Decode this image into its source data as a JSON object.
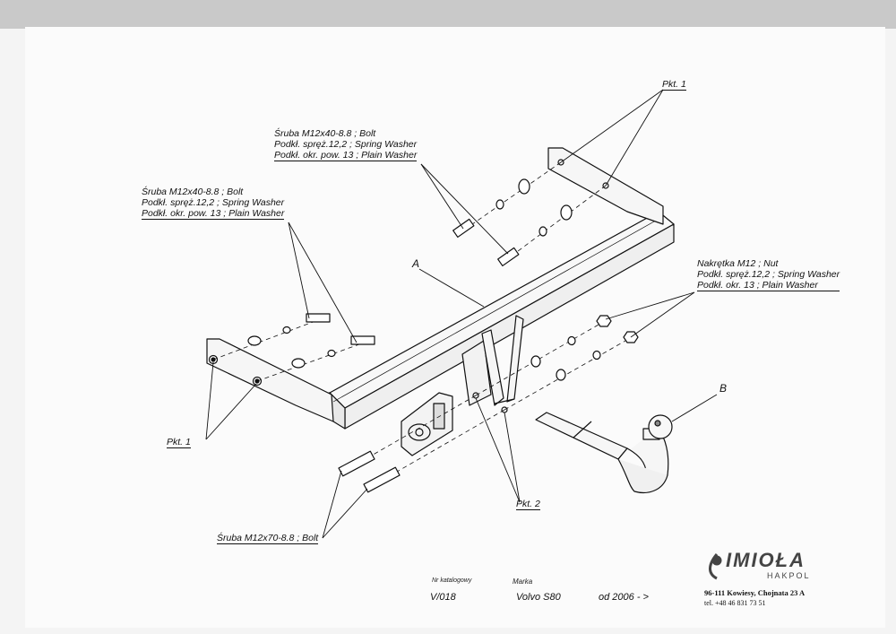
{
  "labels": {
    "top_bolt": {
      "line1": "Śruba M12x40-8.8 ;  Bolt",
      "line2": "Podkł. spręż.12,2 ; Spring Washer",
      "line3": "Podkł. okr. pow. 13 ; Plain Washer"
    },
    "left_bolt": {
      "line1": "Śruba M12x40-8.8 ;  Bolt",
      "line2": "Podkł. spręż.12,2 ; Spring Washer",
      "line3": "Podkł. okr. pow. 13 ; Plain Washer"
    },
    "nut": {
      "line1": "Nakrętka  M12 ; Nut",
      "line2": "Podkł. spręż.12,2 ; Spring Washer",
      "line3": "Podkł. okr. 13 ; Plain Washer"
    },
    "bottom_bolt": "Śruba M12x70-8.8 ;  Bolt",
    "pkt1_top": "Pkt. 1",
    "pkt1_left": "Pkt. 1",
    "pkt2": "Pkt. 2",
    "part_a": "A",
    "part_b": "B"
  },
  "footer": {
    "catalog_label": "Nr katalogowy",
    "catalog_value": "V/018",
    "brand_label": "Marka",
    "brand_value": "Volvo S80",
    "from_text": "od  2006 - >",
    "company_logo": "IMIOŁA",
    "company_sub": "HAKPOL",
    "address": "96-111 Kowiesy, Chojnata 23 A",
    "phone": "tel. +48 46 831 73 51"
  },
  "colors": {
    "ink": "#111111",
    "paper": "#fbfbfb",
    "scan_border": "#c9c9c9"
  }
}
